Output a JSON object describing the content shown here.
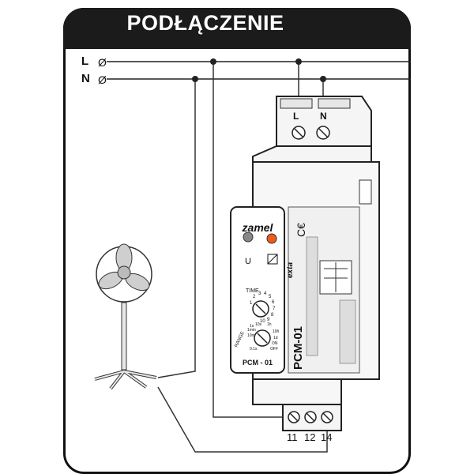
{
  "header": {
    "title": "PODŁĄCZENIE"
  },
  "lines": {
    "l_label": "L",
    "n_label": "N",
    "l_symbol": "Ø",
    "n_symbol": "Ø"
  },
  "device": {
    "brand": "zamel",
    "model_face": "PCM - 01",
    "model_side": "PCM-01",
    "exta": "exta",
    "ce_mark": "C€",
    "top_terminals": {
      "left": "L",
      "right": "N"
    },
    "bottom_terminals": [
      "11",
      "12",
      "14"
    ],
    "u_label": "U",
    "time_label": "TIME",
    "range_label": "RANGE",
    "time_scale": [
      "1",
      "2",
      "3",
      "4",
      "5",
      "6",
      "7",
      "8",
      "9",
      "10"
    ],
    "range_scale": [
      "1s",
      "10s",
      "1min",
      "10min",
      "1h",
      "10h",
      "1d",
      "ON",
      "OFF",
      "0.1s"
    ]
  }
}
